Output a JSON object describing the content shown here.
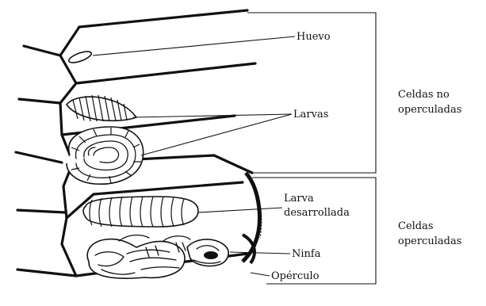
{
  "labels": {
    "huevo": "Huevo",
    "larvas": "Larvas",
    "larva_desarrollada_1": "Larva",
    "larva_desarrollada_2": "desarrollada",
    "ninfa": "Ninfa",
    "operculo": "Opérculo"
  },
  "groups": {
    "no_operculadas_1": "Celdas no",
    "no_operculadas_2": "operculadas",
    "operculadas_1": "Celdas",
    "operculadas_2": "operculadas"
  }
}
